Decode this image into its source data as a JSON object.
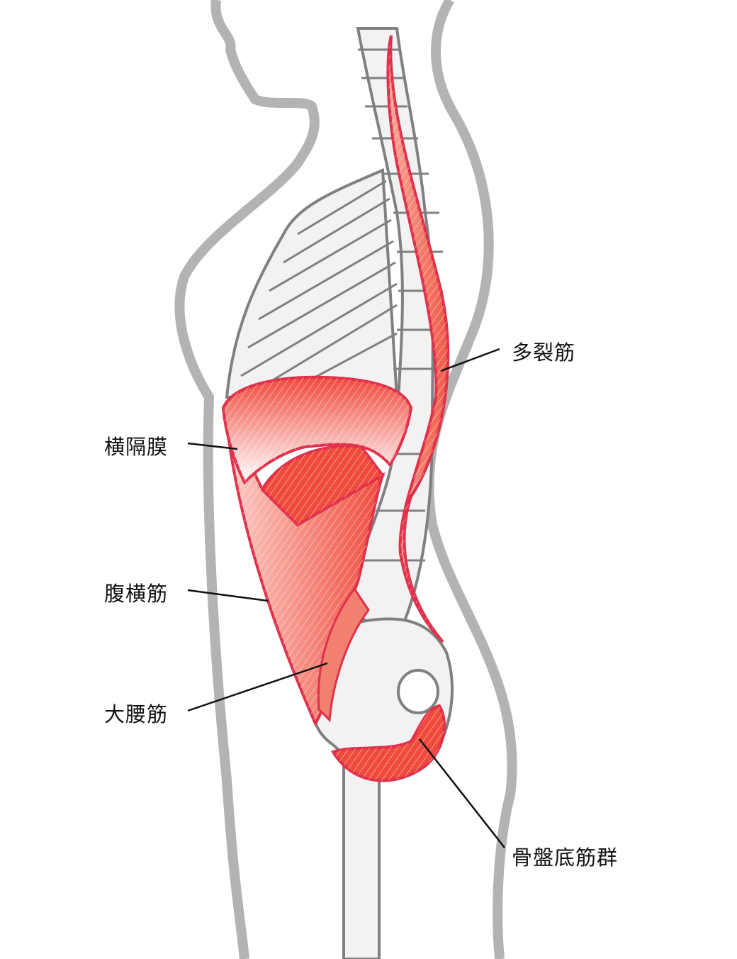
{
  "labels": {
    "multifidus": "多裂筋",
    "diaphragm": "横隔膜",
    "transversus_abdominis": "腹横筋",
    "psoas_major": "大腰筋",
    "pelvic_floor": "骨盤底筋群"
  },
  "colors": {
    "outline": "#b3b3b3",
    "bone_fill": "#f2f2f2",
    "bone_stroke": "#808080",
    "muscle": "#ef4a3c",
    "muscle_edge": "#e0304a"
  }
}
